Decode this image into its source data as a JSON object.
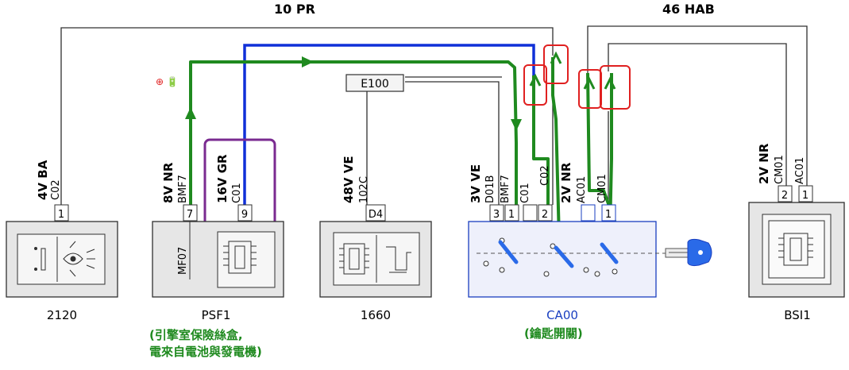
{
  "title_left": "10 PR",
  "title_right": "46 HAB",
  "battery_symbol": "⊕ 🔋",
  "bus_box_label": "E100",
  "components": {
    "c2120": {
      "code": "2120",
      "pins": [
        {
          "num": "1",
          "wire": "4V  BA",
          "conn": "C02"
        }
      ]
    },
    "psf1": {
      "code": "PSF1",
      "fuse_label": "MF07",
      "pins": [
        {
          "num": "7",
          "wire": "8V  NR",
          "conn": "BMF7"
        },
        {
          "num": "9",
          "wire": "16V  GR",
          "conn": "C01"
        }
      ],
      "caption_line1": "(引擎室保險絲盒,",
      "caption_line2": "電來自電池與發電機)"
    },
    "c1660": {
      "code": "1660",
      "pins": [
        {
          "num": "D4",
          "wire": "48V  VE",
          "conn": "102C"
        }
      ]
    },
    "ca00": {
      "code": "CA00",
      "caption": "(鑰匙開關)",
      "pins": [
        {
          "num": "3",
          "wire": "3V  VE",
          "conn": "D01B"
        },
        {
          "num": "1",
          "wire": "",
          "conn": "BMF7"
        },
        {
          "num": "",
          "wire": "",
          "conn": "C01"
        },
        {
          "num": "2",
          "wire": "",
          "conn": "C02"
        },
        {
          "num": "",
          "wire": "2V  NR",
          "conn": "AC01"
        },
        {
          "num": "1",
          "wire": "",
          "conn": "CM01"
        }
      ]
    },
    "bsi1": {
      "code": "BSI1",
      "pins": [
        {
          "num": "2",
          "wire": "2V  NR",
          "conn": "CM01"
        },
        {
          "num": "1",
          "wire": "",
          "conn": "AC01"
        }
      ]
    }
  },
  "colors": {
    "green_path": "#1f8a1f",
    "blue_path": "#1030d8",
    "red_highlight": "#e02020",
    "purple_highlight": "#7a2a90",
    "wire": "#303030",
    "component_fill": "#e6e6e6",
    "ca00_label": "#1a3fc0",
    "key_blue": "#2a6ae8"
  }
}
